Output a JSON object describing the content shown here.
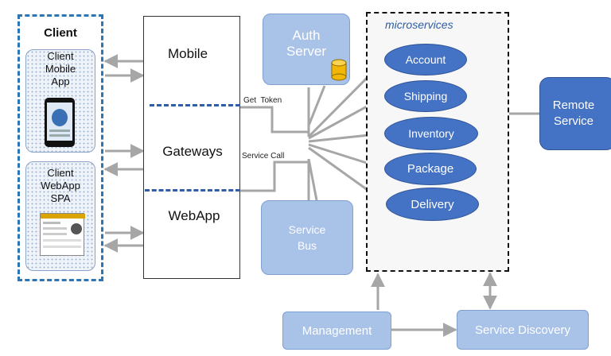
{
  "client": {
    "title": "Client",
    "mobile_app": "Client\nMobile\nApp",
    "webapp": "Client\nWebApp\nSPA"
  },
  "gateway": {
    "mobile": "Mobile",
    "gateways": "Gateways",
    "webapp": "WebApp"
  },
  "auth_server": "Auth\nServer",
  "service_bus": "Service\nBus",
  "microservices": {
    "title": "microservices",
    "items": [
      "Account",
      "Shipping",
      "Inventory",
      "Package",
      "Delivery"
    ]
  },
  "remote_service": "Remote\nService",
  "management": "Management",
  "service_discovery": "Service Discovery",
  "edge_labels": {
    "get_token": "Get  Token",
    "service_call": "Service Call"
  },
  "colors": {
    "light_box": "#a9c2e8",
    "dark_box": "#4472c4",
    "client_border": "#2e75b6",
    "dashed_divider": "#2f5da8",
    "connector": "#a6a6a6"
  }
}
